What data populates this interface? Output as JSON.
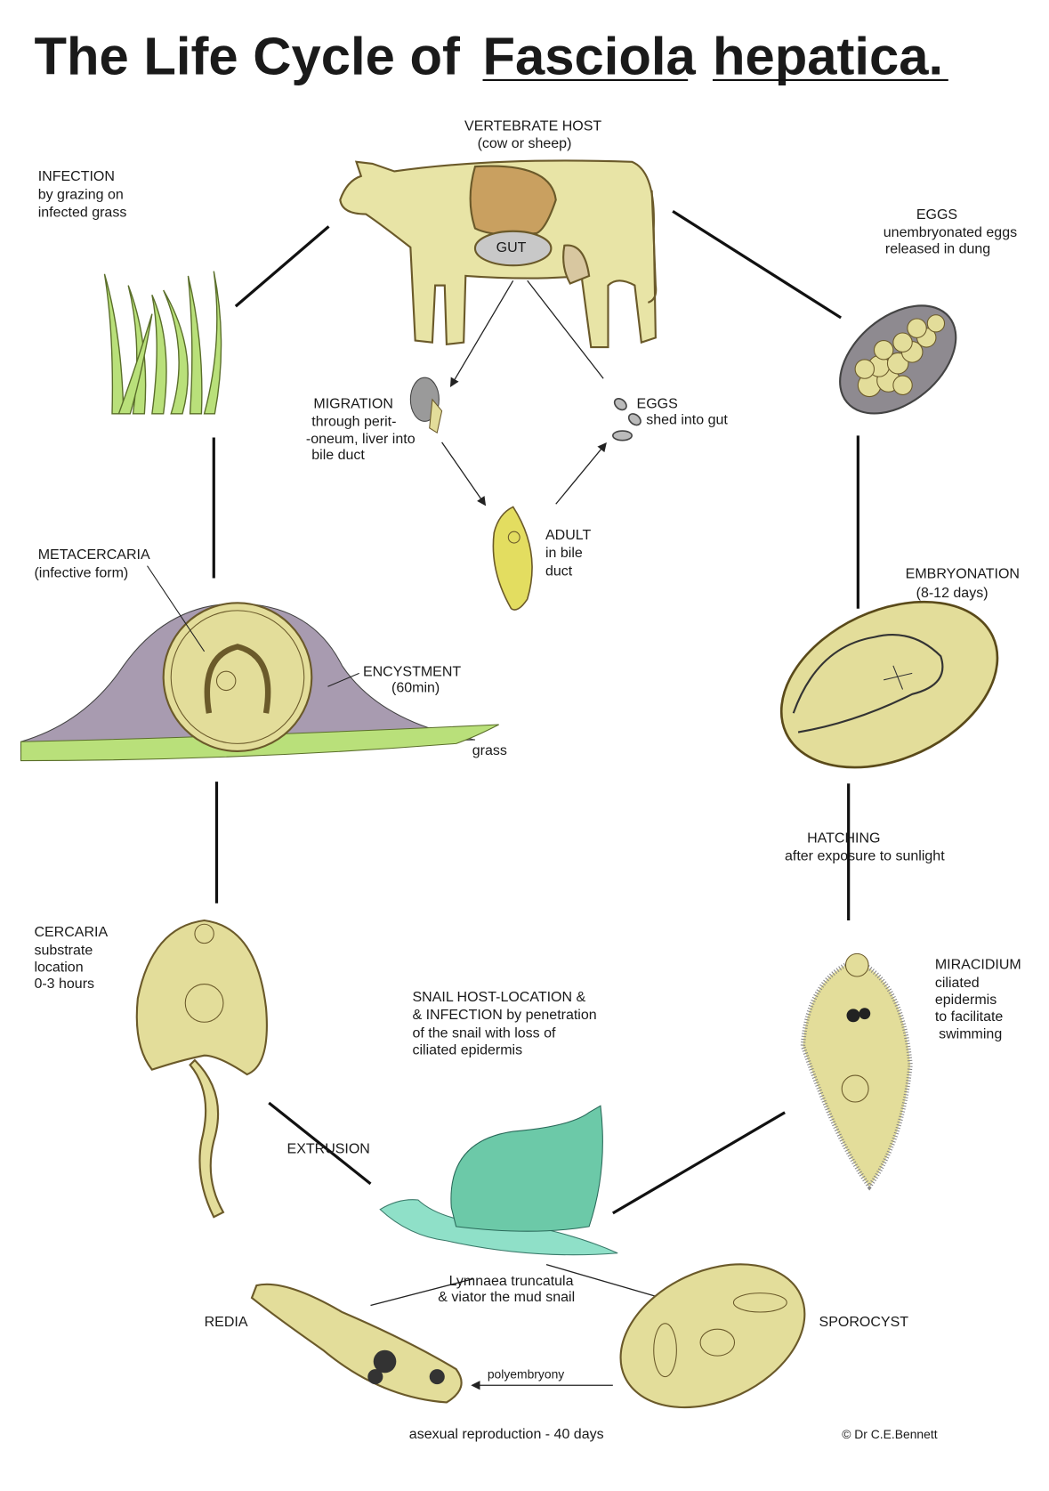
{
  "title": {
    "prefix": "The Life Cycle of ",
    "genus": "Fasciola",
    "species": "hepatica."
  },
  "stages": {
    "vertebrate_host": [
      "VERTEBRATE HOST",
      "(cow or sheep)"
    ],
    "gut": "GUT",
    "infection": [
      "INFECTION",
      "by grazing on",
      "infected grass"
    ],
    "eggs": [
      "EGGS",
      "unembryonated eggs",
      "released in dung"
    ],
    "migration": [
      "MIGRATION",
      "through perit-",
      "-oneum, liver into",
      "bile duct"
    ],
    "eggs_gut": [
      "EGGS",
      "shed into gut"
    ],
    "adult": [
      "ADULT",
      "in bile",
      "duct"
    ],
    "metacercaria": [
      "METACERCARIA",
      "(infective form)"
    ],
    "encystment": [
      "ENCYSTMENT",
      "(60min)"
    ],
    "grass": "grass",
    "embryonation": [
      "EMBRYONATION",
      "(8-12 days)"
    ],
    "hatching": [
      "HATCHING",
      "after exposure to sunlight"
    ],
    "cercaria": [
      "CERCARIA",
      "substrate",
      "location",
      "0-3 hours"
    ],
    "miracidium": [
      "MIRACIDIUM",
      "ciliated",
      "epidermis",
      "to facilitate",
      "swimming"
    ],
    "snail_host": [
      "SNAIL HOST-LOCATION &",
      "& INFECTION  by penetration",
      "of the snail with loss of",
      "ciliated epidermis"
    ],
    "extrusion": "EXTRUSION",
    "snail_name": [
      "Lymnaea truncatula",
      "& viator the mud snail"
    ],
    "redia": "REDIA",
    "sporocyst": "SPOROCYST",
    "polyembryony": "polyembryony",
    "asexual": "asexual reproduction - 40 days"
  },
  "credit": "© Dr C.E.Bennett",
  "colors": {
    "organism": "#e3dd9a",
    "outline": "#6b5a2a",
    "gut": "#c9a060",
    "snail": "#7fd1b5",
    "grass": "#b9e07a",
    "cyst_bg": "#a89bb0"
  }
}
